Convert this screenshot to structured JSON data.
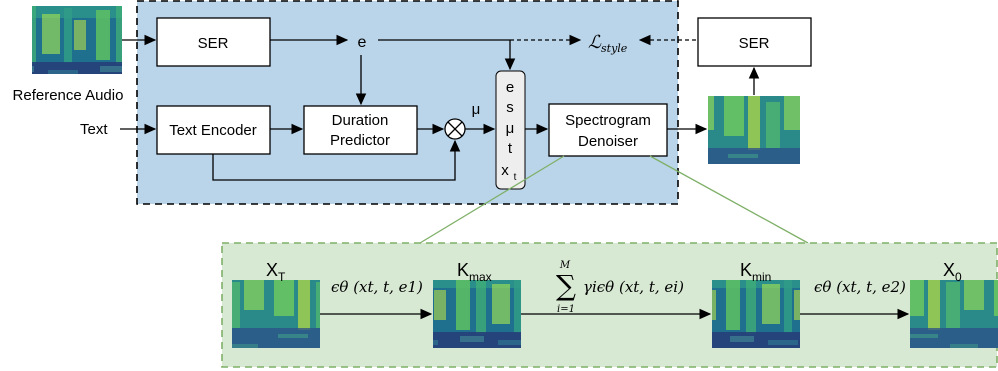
{
  "top": {
    "ser_left": "SER",
    "ser_right": "SER",
    "reference_audio": "Reference Audio",
    "text_input": "Text",
    "text_encoder": "Text Encoder",
    "duration_predictor_line1": "Duration",
    "duration_predictor_line2": "Predictor",
    "spectrogram_denoiser_line1": "Spectrogram",
    "spectrogram_denoiser_line2": "Denoiser",
    "e_label": "e",
    "mu_label": "μ",
    "loss_symbol": "ℒ",
    "loss_subscript": "style",
    "concat_items": [
      "e",
      "s",
      "μ",
      "t"
    ],
    "concat_last_main": "x",
    "concat_last_sub": "t"
  },
  "bottom": {
    "xT_main": "X",
    "xT_sub": "T",
    "kmax_main": "K",
    "kmax_sub": "max",
    "kmin_main": "K",
    "kmin_sub": "min",
    "x0_main": "X",
    "x0_sub": "0",
    "eq1": "ϵθ (xt, t, e1)",
    "eq_sum_top": "M",
    "eq_sum_bottom": "i=1",
    "eq_sum_body": "γiϵθ (xt, t, ei)",
    "eq3": "ϵθ (xt, t, e2)"
  },
  "colors": {
    "top_panel": "#bad5ea",
    "bottom_panel": "#d7e8d3",
    "green_line": "#7fb068",
    "box_fill": "#ffffff",
    "concat_fill": "#eeeeee"
  },
  "icons": [
    "reference-spectrogram",
    "output-spectrogram",
    "xT-spectrogram",
    "kmax-spectrogram",
    "kmin-spectrogram",
    "x0-spectrogram",
    "multiply-icon"
  ]
}
